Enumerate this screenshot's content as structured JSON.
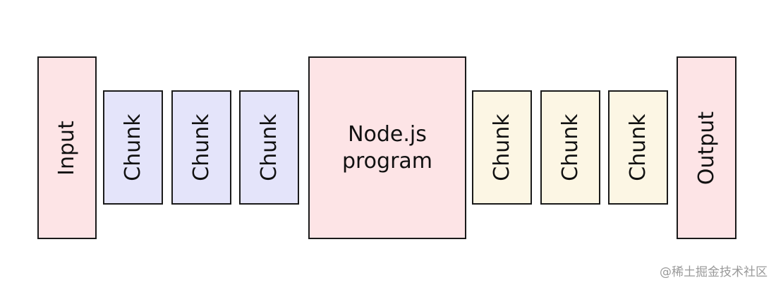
{
  "diagram": {
    "input": {
      "label": "Input",
      "color": "#fde4e6"
    },
    "input_chunks": [
      {
        "label": "Chunk",
        "color": "#e4e4fa"
      },
      {
        "label": "Chunk",
        "color": "#e4e4fa"
      },
      {
        "label": "Chunk",
        "color": "#e4e4fa"
      }
    ],
    "program": {
      "line1": "Node.js",
      "line2": "program",
      "color": "#fde4e6"
    },
    "output_chunks": [
      {
        "label": "Chunk",
        "color": "#fcf6e4"
      },
      {
        "label": "Chunk",
        "color": "#fcf6e4"
      },
      {
        "label": "Chunk",
        "color": "#fcf6e4"
      }
    ],
    "output": {
      "label": "Output",
      "color": "#fde4e6"
    }
  },
  "watermark": "@稀土掘金技术社区"
}
